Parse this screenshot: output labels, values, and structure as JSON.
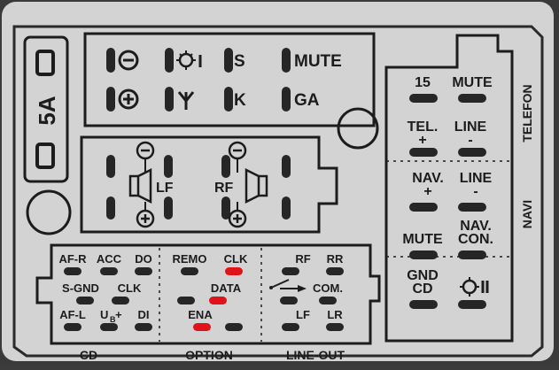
{
  "colors": {
    "plate": "#d3d3d3",
    "ink": "#1c1c1c",
    "pin": "#262626",
    "active_pin": "#e0131a"
  },
  "fuse": {
    "label": "5A"
  },
  "top_connector": {
    "row1": [
      "S",
      "MUTE"
    ],
    "row2": [
      "K",
      "GA"
    ],
    "icons": [
      "minus-circle-icon",
      "light-bulb-icon",
      "plus-circle-icon",
      "antenna-icon"
    ]
  },
  "speakers": {
    "left_label": "LF",
    "right_label": "RF"
  },
  "right_connector": {
    "pins": [
      {
        "top": "15",
        "bottom": ""
      },
      {
        "top": "MUTE",
        "bottom": ""
      },
      {
        "top": "TEL.",
        "bottom": "+"
      },
      {
        "top": "LINE",
        "bottom": "-"
      },
      {
        "top": "NAV.",
        "bottom": "+"
      },
      {
        "top": "LINE",
        "bottom": "-"
      },
      {
        "top": "MUTE",
        "bottom": ""
      },
      {
        "top": "NAV.",
        "bottom": "CON."
      },
      {
        "top": "GND",
        "bottom": "CD"
      }
    ],
    "side_labels": [
      "TELEFON",
      "NAVI"
    ],
    "icons": [
      "light-bulb-icon"
    ]
  },
  "bottom_connector": {
    "cd": {
      "row1": [
        "AF-R",
        "ACC",
        "DO"
      ],
      "row2": [
        "S-GND",
        "CLK"
      ],
      "row3": [
        "AF-L",
        "U",
        "B",
        "+",
        "DI"
      ]
    },
    "option": {
      "labels": [
        "REMO",
        "CLK",
        "DATA",
        "ENA"
      ],
      "active_pins": [
        "CLK",
        "DATA",
        "ENA"
      ]
    },
    "lineout": {
      "row1": [
        "RF",
        "RR"
      ],
      "row2": [
        "COM."
      ],
      "row3": [
        "LF",
        "LR"
      ],
      "icons": [
        "switch-icon"
      ]
    },
    "section_labels": [
      "CD",
      "OPTION",
      "LINE-OUT"
    ]
  }
}
